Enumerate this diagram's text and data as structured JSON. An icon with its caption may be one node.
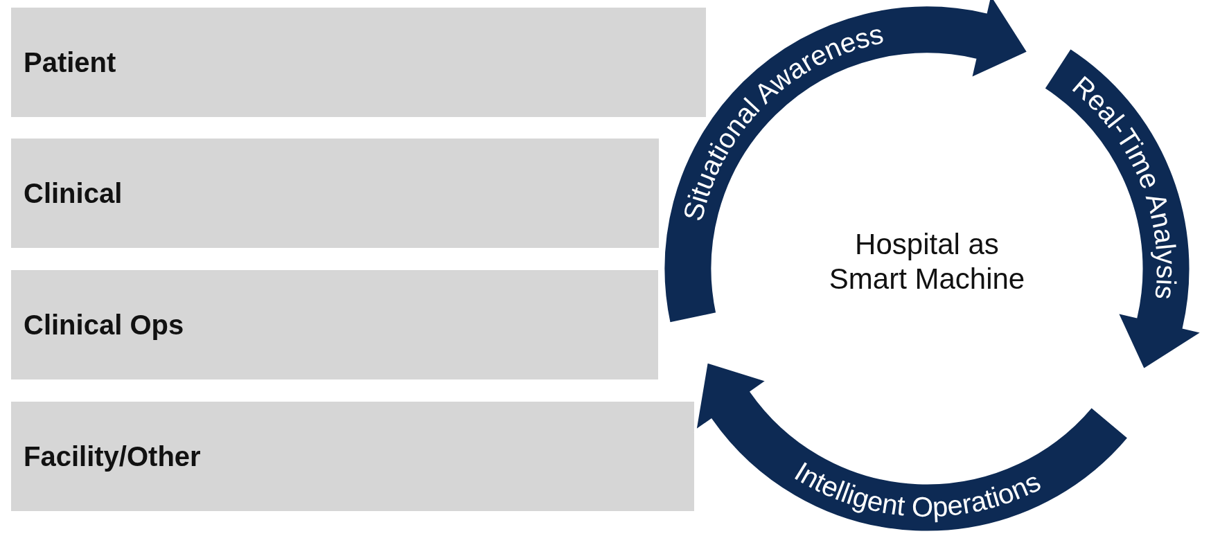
{
  "diagram": {
    "nodes": [
      {
        "text": [
          "Patient"
        ]
      },
      {
        "text": [
          "Clinical"
        ]
      },
      {
        "text": [
          "Clinical Ops"
        ]
      },
      {
        "text": [
          "Facility/Other"
        ]
      },
      {
        "text": [
          "Hospital as Smart Machine"
        ]
      },
      {
        "text": [
          "Situational Awareness"
        ]
      },
      {
        "text": [
          "Real-Time Analysis"
        ]
      },
      {
        "text": [
          "Intelligent Operations"
        ]
      }
    ]
  }
}
